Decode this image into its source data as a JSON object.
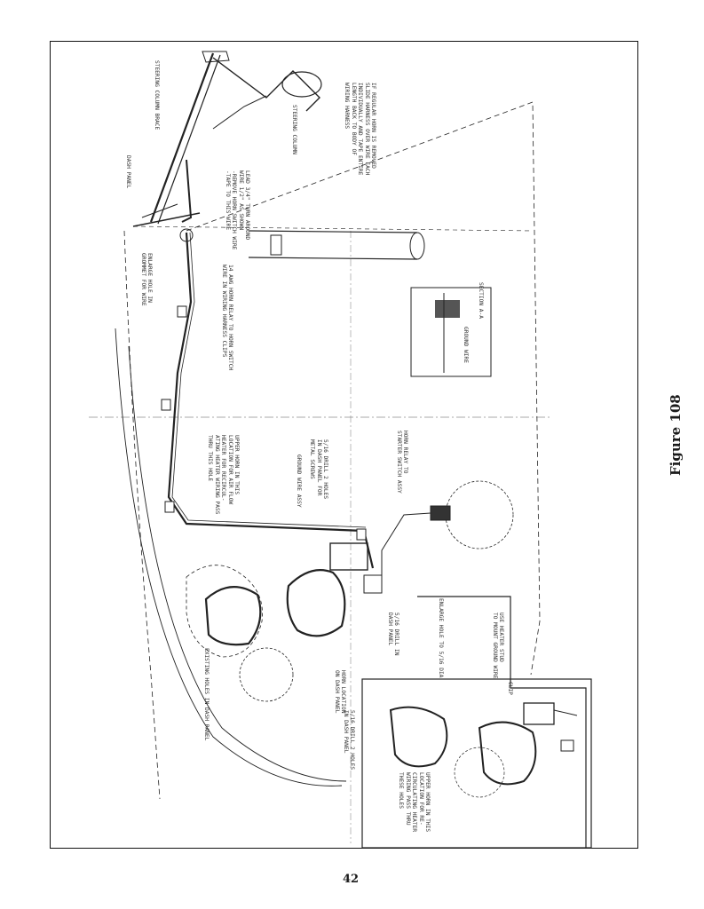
{
  "figure": {
    "caption": "Figure 108",
    "page_number": "42"
  },
  "labels": {
    "dash_panel": "DASH PANEL",
    "steering_column_brace": "STEERING COLUMN BRACE",
    "steering_column": "STEERING COLUMN",
    "lead_wire_note": "LEAD 3/4\" TURN AROUND\nWIRE 1/2\" AS SHOWN\n-REMOVE HORN SWITCH WIRE\n-TAPE TO THIS WIRE",
    "enlarge_hole_grommet": "ENLARGE HOLE IN\nGROMMET FOR WIRE",
    "relay_note": "14 AWG HORN RELAY TO HORN SWITCH\nWIRE IN WIRING HARNESS CLIPS",
    "removed_horn_note": "IF REGULAR HORN IS REMOVED\nSLIDE HARNESS OVER WIRE EACH\nINDIVIDUALLY AND TAPE ENTIRE\nLENGTH BACK TO BODY OF\nWIRING HARNESS",
    "section_aa": "SECTION A-A",
    "ground_wire": "GROUND WIRE",
    "horn_relay_starter": "HORN RELAY TO\nSTARTER SWITCH ASSY",
    "drill_holes": "5/16 DRILL 2 HOLES\nIN DASH PANEL FOR\nMETAL SCREWS",
    "ground_wire_assy": "GROUND WIRE ASSY",
    "upper_horn_note": "UPPER HORN IN THIS\nLOCATION FOR AIR FLOW\nHEATER FOR RECIRCUL-\nATING HEATER WIRING PASS\nTHRU THIS HOLE",
    "existing_holes": "EXISTING HOLES IN DASH PANEL",
    "drill_dash_panel": "5/16 DRILL IN\nDASH PANEL",
    "enlarge_hole": "ENLARGE HOLE TO 5/16 DIA",
    "heater_stud": "USE HEATER STUD\nTO MOUNT GROUND WIRE",
    "clip": "CLIP",
    "alt_horn_note": "UPPER HORN IN THIS\nLOCATION FOR RE-\nCIRCULATING HEATER\nWIRING PASS THRU\nTHESE HOLES",
    "second_drill": "5/16 DRILL 2 HOLES\nIN DASH PANEL",
    "horn_location": "HORN LOCATION\nON DASH PANEL"
  }
}
